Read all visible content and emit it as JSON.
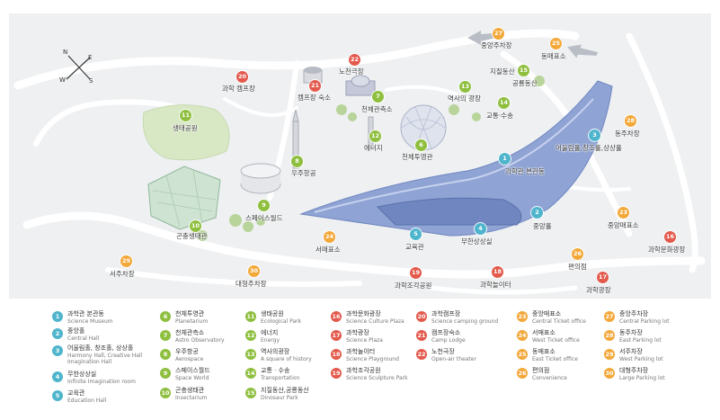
{
  "compass": {
    "n": "N",
    "e": "E",
    "s": "S",
    "w": "W"
  },
  "colors": {
    "teal": "#4fb5cc",
    "lime": "#8fbf3f",
    "red": "#e35a4d",
    "orange": "#f3a83a",
    "building": "#8fa3d4",
    "ground": "#eef0f2",
    "road": "#ffffff"
  },
  "places": [
    {
      "num": "1",
      "name": "과학관 본관동",
      "group": "teal"
    },
    {
      "num": "2",
      "name": "중앙홀",
      "group": "teal"
    },
    {
      "num": "3",
      "name": "어울림홀,창조홀,상상홀",
      "group": "teal"
    },
    {
      "num": "4",
      "name": "무한상상실",
      "group": "teal"
    },
    {
      "num": "5",
      "name": "교육관",
      "group": "teal"
    },
    {
      "num": "6",
      "name": "천체투영관",
      "group": "lime"
    },
    {
      "num": "7",
      "name": "천체관측소",
      "group": "lime"
    },
    {
      "num": "8",
      "name": "우주항공",
      "group": "lime"
    },
    {
      "num": "9",
      "name": "스페이스월드",
      "group": "lime"
    },
    {
      "num": "10",
      "name": "곤충생태관",
      "group": "lime"
    },
    {
      "num": "11",
      "name": "생태공원",
      "group": "lime"
    },
    {
      "num": "12",
      "name": "에너지",
      "group": "lime"
    },
    {
      "num": "13",
      "name": "역사의 광장",
      "group": "lime"
    },
    {
      "num": "14",
      "name": "교통·수송",
      "group": "lime"
    },
    {
      "num": "15",
      "name": "공룡동산",
      "group": "lime"
    },
    {
      "num": "16",
      "name": "과학문화광장",
      "group": "red"
    },
    {
      "num": "17",
      "name": "과학광장",
      "group": "red"
    },
    {
      "num": "18",
      "name": "과학놀이터",
      "group": "red"
    },
    {
      "num": "19",
      "name": "과학조각공원",
      "group": "red"
    },
    {
      "num": "20",
      "name": "과학 캠프장",
      "group": "red"
    },
    {
      "num": "21",
      "name": "캠프장 숙소",
      "group": "red"
    },
    {
      "num": "22",
      "name": "노천극장",
      "group": "red"
    },
    {
      "num": "23",
      "name": "중앙매표소",
      "group": "orange"
    },
    {
      "num": "24",
      "name": "서매표소",
      "group": "orange"
    },
    {
      "num": "25",
      "name": "동매표소",
      "group": "orange"
    },
    {
      "num": "26",
      "name": "편의점",
      "group": "orange"
    },
    {
      "num": "27",
      "name": "중앙주차장",
      "group": "orange"
    },
    {
      "num": "28",
      "name": "동주차장",
      "group": "orange"
    },
    {
      "num": "29",
      "name": "서주차장",
      "group": "orange"
    },
    {
      "num": "30",
      "name": "대형주차장",
      "group": "orange"
    }
  ],
  "legend": [
    [
      {
        "num": "1",
        "ko": "과학관 본관동",
        "en": "Science Museum",
        "group": "teal"
      },
      {
        "num": "2",
        "ko": "중앙홀",
        "en": "Central Hall",
        "group": "teal"
      },
      {
        "num": "3",
        "ko": "어울림홀, 창조홀, 상상홀",
        "en": "Harmony Hall, Creative Hall Imagination Hall",
        "group": "teal"
      },
      {
        "num": "4",
        "ko": "무한상상실",
        "en": "Infinite Imagination room",
        "group": "teal"
      },
      {
        "num": "5",
        "ko": "교육관",
        "en": "Education Hall",
        "group": "teal"
      }
    ],
    [
      {
        "num": "6",
        "ko": "천체투영관",
        "en": "Planetarium",
        "group": "lime"
      },
      {
        "num": "7",
        "ko": "천체관측소",
        "en": "Astro Observatory",
        "group": "lime"
      },
      {
        "num": "8",
        "ko": "우주항공",
        "en": "Aerospace",
        "group": "lime"
      },
      {
        "num": "9",
        "ko": "스페이스월드",
        "en": "Space World",
        "group": "lime"
      },
      {
        "num": "10",
        "ko": "곤충생태관",
        "en": "Insectarium",
        "group": "lime"
      }
    ],
    [
      {
        "num": "11",
        "ko": "생태공원",
        "en": "Ecological Park",
        "group": "lime"
      },
      {
        "num": "12",
        "ko": "에너지",
        "en": "Energy",
        "group": "lime"
      },
      {
        "num": "13",
        "ko": "역사의광장",
        "en": "A square of history",
        "group": "lime"
      },
      {
        "num": "14",
        "ko": "교통 · 수송",
        "en": "Transportation",
        "group": "lime"
      },
      {
        "num": "15",
        "ko": "지질동산,공룡동산",
        "en": "Dinosaur Park",
        "group": "lime"
      }
    ],
    [
      {
        "num": "16",
        "ko": "과학문화광장",
        "en": "Science Culture Plaza",
        "group": "red"
      },
      {
        "num": "17",
        "ko": "과학광장",
        "en": "Science Plaza",
        "group": "red"
      },
      {
        "num": "18",
        "ko": "과학놀이터",
        "en": "Science Playground",
        "group": "red"
      },
      {
        "num": "19",
        "ko": "과학조각공원",
        "en": "Science Sculpture Park",
        "group": "red"
      }
    ],
    [
      {
        "num": "20",
        "ko": "과학캠프장",
        "en": "Science camping ground",
        "group": "red"
      },
      {
        "num": "21",
        "ko": "캠프장숙소",
        "en": "Camp Lodge",
        "group": "red"
      },
      {
        "num": "22",
        "ko": "노천극장",
        "en": "Open-air theater",
        "group": "red"
      }
    ],
    [
      {
        "num": "23",
        "ko": "중앙매표소",
        "en": "Central Ticket office",
        "group": "orange"
      },
      {
        "num": "24",
        "ko": "서매표소",
        "en": "West Ticket office",
        "group": "orange"
      },
      {
        "num": "25",
        "ko": "동매표소",
        "en": "East Ticket office",
        "group": "orange"
      },
      {
        "num": "26",
        "ko": "편의점",
        "en": "Convenience",
        "group": "orange"
      }
    ],
    [
      {
        "num": "27",
        "ko": "중앙주차장",
        "en": "Central Parking lot",
        "group": "orange"
      },
      {
        "num": "28",
        "ko": "동주차장",
        "en": "East Parking lot",
        "group": "orange"
      },
      {
        "num": "29",
        "ko": "서주차장",
        "en": "West Parking lot",
        "group": "orange"
      },
      {
        "num": "30",
        "ko": "대형주차장",
        "en": "Large Parking lot",
        "group": "orange"
      }
    ]
  ]
}
